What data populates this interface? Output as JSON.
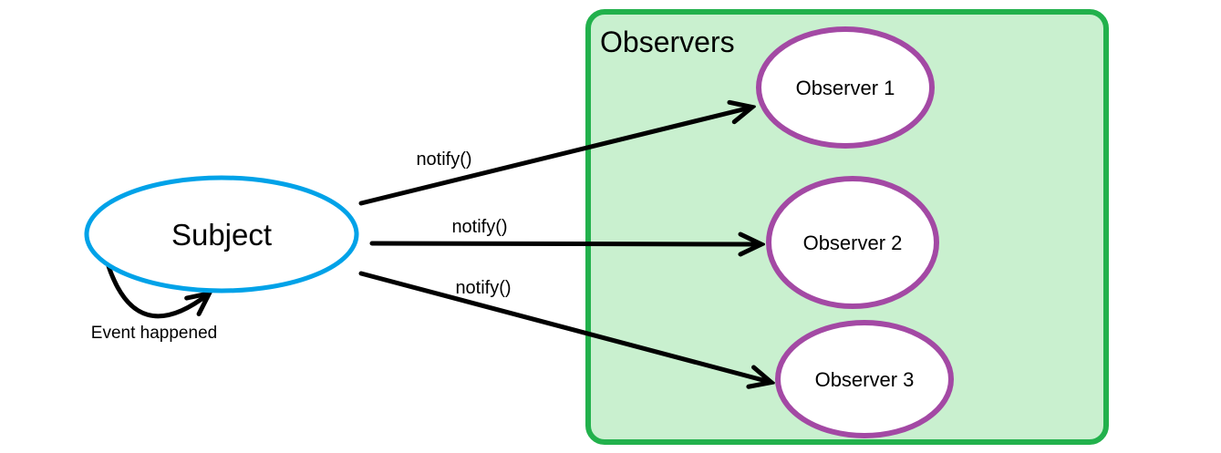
{
  "diagram": {
    "subject": {
      "label": "Subject"
    },
    "self_loop": {
      "label": "Event happened"
    },
    "observers_box": {
      "title": "Observers"
    },
    "observers": [
      {
        "label": "Observer 1"
      },
      {
        "label": "Observer 2"
      },
      {
        "label": "Observer 3"
      }
    ],
    "edges": [
      {
        "from": "Subject",
        "to": "Observer 1",
        "label": "notify()"
      },
      {
        "from": "Subject",
        "to": "Observer 2",
        "label": "notify()"
      },
      {
        "from": "Subject",
        "to": "Observer 3",
        "label": "notify()"
      }
    ],
    "colors": {
      "subject_border": "#00A2E8",
      "observer_border": "#A349A4",
      "box_border": "#22B14C",
      "box_fill": "#C9F0CF",
      "arrow": "#000000",
      "text": "#000000",
      "background": "#FFFFFF"
    }
  }
}
